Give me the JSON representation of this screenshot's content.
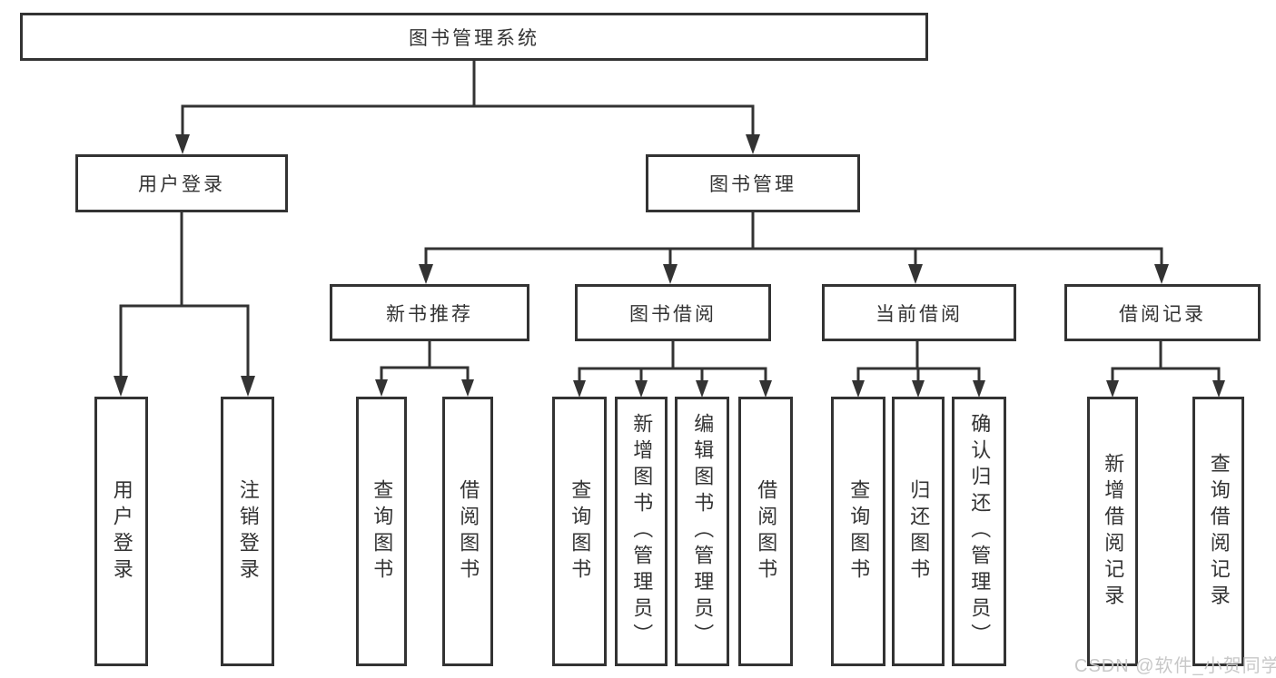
{
  "tree": {
    "label": "图书管理系统",
    "children": [
      {
        "label": "用户登录",
        "children": [
          {
            "label": "用户登录"
          },
          {
            "label": "注销登录"
          }
        ]
      },
      {
        "label": "图书管理",
        "children": [
          {
            "label": "新书推荐",
            "children": [
              {
                "label": "查询图书"
              },
              {
                "label": "借阅图书"
              }
            ]
          },
          {
            "label": "图书借阅",
            "children": [
              {
                "label": "查询图书"
              },
              {
                "label": "新增图书（管理员）"
              },
              {
                "label": "编辑图书（管理员）"
              },
              {
                "label": "借阅图书"
              }
            ]
          },
          {
            "label": "当前借阅",
            "children": [
              {
                "label": "查询图书"
              },
              {
                "label": "归还图书"
              },
              {
                "label": "确认归还（管理员）"
              }
            ]
          },
          {
            "label": "借阅记录",
            "children": [
              {
                "label": "新增借阅记录"
              },
              {
                "label": "查询借阅记录"
              }
            ]
          }
        ]
      }
    ]
  },
  "watermark": {
    "text": "CSDN @软件_小贺同学"
  },
  "colors": {
    "line": "#333333",
    "text": "#333333",
    "background": "#ffffff",
    "watermark": "#c8c8c8"
  }
}
